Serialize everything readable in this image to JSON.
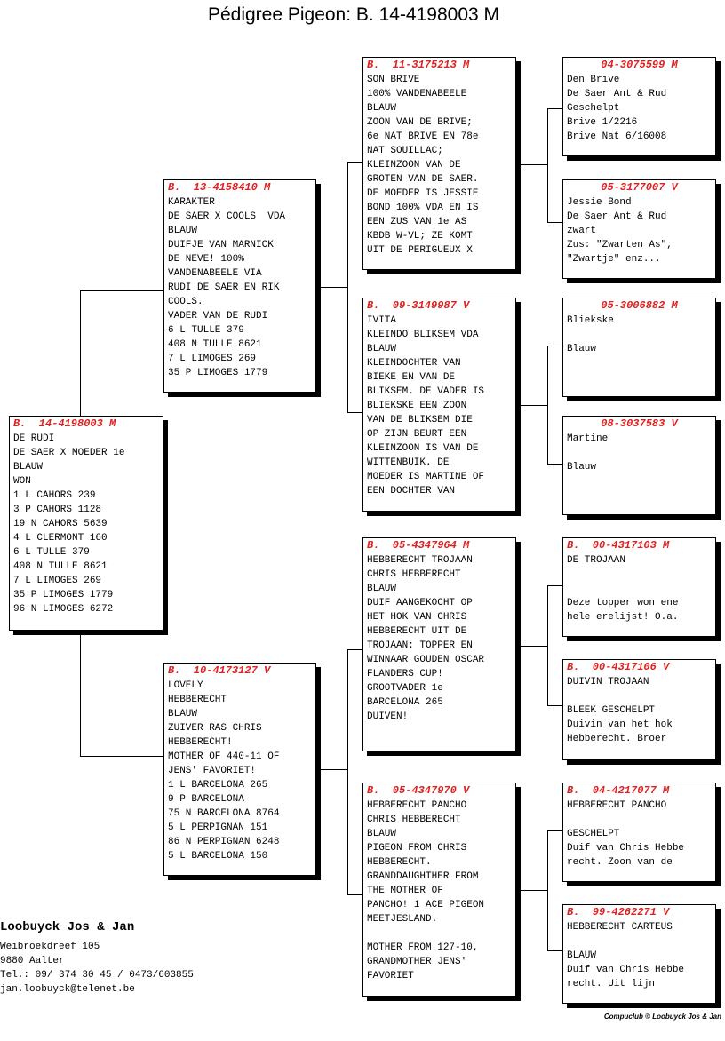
{
  "title": "Pédigree Pigeon: B.  14-4198003 M",
  "accent_color": "#e02020",
  "birds": {
    "subject": {
      "ring": "B.  14-4198003 M",
      "lines": [
        "DE RUDI",
        "DE SAER X MOEDER 1e",
        "BLAUW",
        "WON",
        "1 L CAHORS 239",
        "3 P CAHORS 1128",
        "19 N CAHORS 5639",
        "4 L CLERMONT 160",
        "6 L TULLE 379",
        "408 N TULLE 8621",
        "7 L LIMOGES 269",
        "35 P LIMOGES 1779",
        "96 N LIMOGES 6272"
      ]
    },
    "father": {
      "ring": "B.  13-4158410 M",
      "lines": [
        "KARAKTER",
        "DE SAER X COOLS  VDA",
        "BLAUW",
        "DUIFJE VAN MARNICK",
        "DE NEVE! 100%",
        "VANDENABEELE VIA",
        "RUDI DE SAER EN RIK",
        "COOLS.",
        "VADER VAN DE RUDI",
        "6 L TULLE 379",
        "408 N TULLE 8621",
        "7 L LIMOGES 269",
        "35 P LIMOGES 1779"
      ]
    },
    "mother": {
      "ring": "B.  10-4173127 V",
      "lines": [
        "LOVELY",
        "HEBBERECHT",
        "BLAUW",
        "ZUIVER RAS CHRIS",
        "HEBBERECHT!",
        "MOTHER OF 440-11 OF",
        "JENS' FAVORIET!",
        "1 L BARCELONA 265",
        "9 P BARCELONA",
        "75 N BARCELONA 8764",
        "5 L PERPIGNAN 151",
        "86 N PERPIGNAN 6248",
        "5 L BARCELONA 150"
      ]
    },
    "ff": {
      "ring": "B.  11-3175213 M",
      "lines": [
        "SON BRIVE",
        "100% VANDENABEELE",
        "BLAUW",
        "ZOON VAN DE BRIVE;",
        "6e NAT BRIVE EN 78e",
        "NAT SOUILLAC;",
        "KLEINZOON VAN DE",
        "GROTEN VAN DE SAER.",
        "DE MOEDER IS JESSIE",
        "BOND 100% VDA EN IS",
        "EEN ZUS VAN 1e AS",
        "KBDB W-VL; ZE KOMT",
        "UIT DE PERIGUEUX X"
      ]
    },
    "fm": {
      "ring": "B.  09-3149987 V",
      "lines": [
        "IVITA",
        "KLEINDO BLIKSEM VDA",
        "BLAUW",
        "KLEINDOCHTER VAN",
        "BIEKE EN VAN DE",
        "BLIKSEM. DE VADER IS",
        "BLIEKSKE EEN ZOON",
        "VAN DE BLIKSEM DIE",
        "OP ZIJN BEURT EEN",
        "KLEINZOON IS VAN DE",
        "WITTENBUIK. DE",
        "MOEDER IS MARTINE OF",
        "EEN DOCHTER VAN"
      ]
    },
    "mf": {
      "ring": "B.  05-4347964 M",
      "lines": [
        "HEBBERECHT TROJAAN",
        "CHRIS HEBBERECHT",
        "BLAUW",
        "DUIF AANGEKOCHT OP",
        "HET HOK VAN CHRIS",
        "HEBBERECHT UIT DE",
        "TROJAAN: TOPPER EN",
        "WINNAAR GOUDEN OSCAR",
        "FLANDERS CUP!",
        "GROOTVADER 1e",
        "BARCELONA 265",
        "DUIVEN!"
      ]
    },
    "mm": {
      "ring": "B.  05-4347970 V",
      "lines": [
        "HEBBERECHT PANCHO",
        "CHRIS HEBBERECHT",
        "BLAUW",
        "PIGEON FROM CHRIS",
        "HEBBERECHT.",
        "GRANDDAUGHTHER FROM",
        "THE MOTHER OF",
        "PANCHO! 1 ACE PIGEON",
        "MEETJESLAND.",
        "",
        "MOTHER FROM 127-10,",
        "GRANDMOTHER JENS'",
        "FAVORIET"
      ]
    },
    "fff": {
      "ring": "04-3075599 M",
      "lines": [
        "Den Brive",
        "De Saer Ant & Rud",
        "Geschelpt",
        "Brive 1/2216",
        "Brive Nat 6/16008"
      ]
    },
    "ffm": {
      "ring": "05-3177007 V",
      "lines": [
        "Jessie Bond",
        "De Saer Ant & Rud",
        "zwart",
        "Zus: \"Zwarten As\",",
        "\"Zwartje\" enz..."
      ]
    },
    "fmf": {
      "ring": "05-3006882 M",
      "lines": [
        "Bliekske",
        "",
        "Blauw"
      ]
    },
    "fmm": {
      "ring": "08-3037583 V",
      "lines": [
        "Martine",
        "",
        "Blauw"
      ]
    },
    "mff": {
      "ring": "B.  00-4317103 M",
      "lines": [
        "DE TROJAAN",
        "",
        "",
        "Deze topper won ene",
        "hele erelijst! O.a."
      ]
    },
    "mfm": {
      "ring": "B.  00-4317106 V",
      "lines": [
        "DUIVIN TROJAAN",
        "",
        "BLEEK GESCHELPT",
        "Duivin van het hok",
        "Hebberecht. Broer"
      ]
    },
    "mmf": {
      "ring": "B.  04-4217077 M",
      "lines": [
        "HEBBERECHT PANCHO",
        "",
        "GESCHELPT",
        "Duif van Chris Hebbe",
        "recht. Zoon van de"
      ]
    },
    "mmm": {
      "ring": "B.  99-4262271 V",
      "lines": [
        "HEBBERECHT CARTEUS",
        "",
        "BLAUW",
        "Duif van Chris Hebbe",
        "recht. Uit lijn"
      ]
    }
  },
  "owner": {
    "name": "Loobuyck Jos & Jan",
    "address": "Weibroekdreef 105",
    "city": "9880  Aalter",
    "phone": "Tel.: 09/ 374 30 45 / 0473/603855",
    "email": "jan.loobuyck@telenet.be"
  },
  "footer": "Compuclub © Loobuyck Jos & Jan"
}
